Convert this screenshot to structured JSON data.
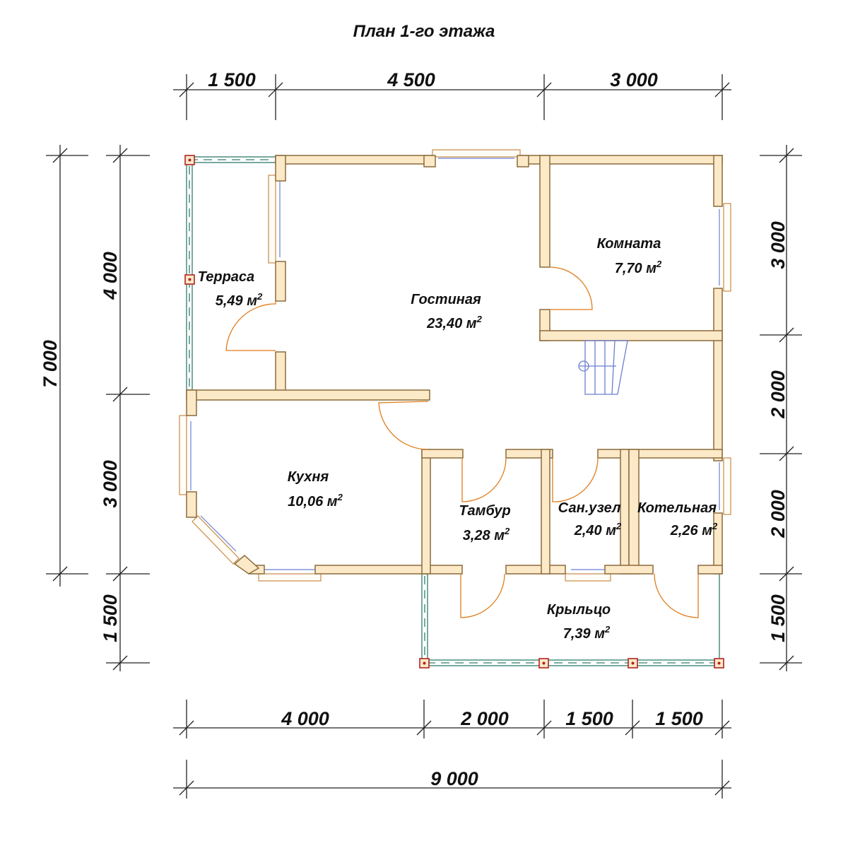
{
  "title": "План 1-го этажа",
  "rooms": [
    {
      "id": "terrace",
      "name": "Терраса",
      "area": "5,49 м"
    },
    {
      "id": "living",
      "name": "Гостиная",
      "area": "23,40 м"
    },
    {
      "id": "room",
      "name": "Комната",
      "area": "7,70 м"
    },
    {
      "id": "kitchen",
      "name": "Кухня",
      "area": "10,06 м"
    },
    {
      "id": "vestibule",
      "name": "Тамбур",
      "area": "3,28 м"
    },
    {
      "id": "bathroom",
      "name": "Сан.узел",
      "area": "2,40 м"
    },
    {
      "id": "boiler",
      "name": "Котельная",
      "area": "2,26 м"
    },
    {
      "id": "porch",
      "name": "Крыльцо",
      "area": "7,39 м"
    }
  ],
  "area_unit_exponent": "2",
  "dimensions": {
    "top": [
      "1 500",
      "4 500",
      "3 000"
    ],
    "bottom": [
      "4 000",
      "2 000",
      "1 500",
      "1 500"
    ],
    "bottom_total": "9 000",
    "left_total": "7 000",
    "left": [
      "4 000",
      "3 000",
      "1 500"
    ],
    "right": [
      "3 000",
      "2 000",
      "2 000",
      "1 500"
    ]
  },
  "colors": {
    "wall_fill": "#FCE9C8",
    "wall_stroke": "#8B6B3A",
    "door_arc": "#E07B1A",
    "window": "#6A7FD0",
    "column": "#B22222",
    "railing": "#2E7D6B",
    "dimension": "#222222"
  }
}
